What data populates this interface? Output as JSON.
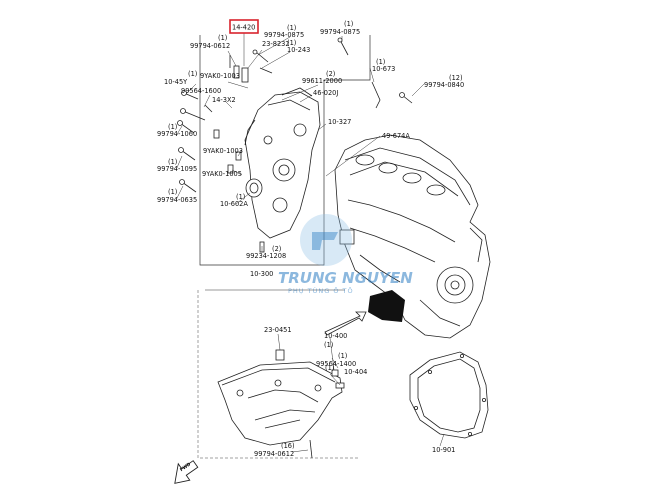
{
  "highlight_color": "#d9232d",
  "watermark": {
    "brand": "TRUNG NGUYEN",
    "tagline": "PHỤ TÙNG Ô TÔ"
  },
  "callouts": {
    "c14420": "14-420",
    "c99794_0612_top": "99794-0612",
    "c23_8232": "23-8232",
    "c99794_0875_a": "99794-0875",
    "c10_243": "10-243",
    "c99794_0875_b": "99794-0875",
    "c9yak0_1003_a": "9YAK0-1003",
    "c99611_2000": "99611-2000",
    "c10_45y": "10-45Y",
    "c99564_1600": "99564-1600",
    "c14_3x2": "14-3X2",
    "c46_020j": "46-020J",
    "c10_673": "10-673",
    "c99794_0840": "99794-0840",
    "c10_327": "10-327",
    "c99794_1060": "99794-1060",
    "c49_674a": "49-674A",
    "c9yak0_1003_b": "9YAK0-1003",
    "c9yak0_1005": "9YAK0-1005",
    "c99794_1095": "99794-1095",
    "c99794_0635": "99794-0635",
    "c10_602a": "10-602A",
    "c99234_1208": "99234-1208",
    "c10_300": "10-300",
    "c23_0451": "23-0451",
    "c10_400": "10-400",
    "c99564_1400": "99564-1400",
    "c10_404": "10-404",
    "c99794_0612_bottom": "99794-0612",
    "c10_901": "10-901"
  },
  "quantities": {
    "q_0875_a": "(1)",
    "q_10_243": "(1)",
    "q_0875_b": "(1)",
    "q_0612_top": "(1)",
    "q_99611": "(2)",
    "q_10_673": "(1)",
    "q_0840": "(12)",
    "q_10_45y": "(1)",
    "q_1060": "(1)",
    "q_1095": "(1)",
    "q_0635": "(1)",
    "q_10_602a": "(1)",
    "q_99234": "(2)",
    "q_10_400": "(1)",
    "q_99564_1400": "(1)",
    "q_10_404": "(1)",
    "q_0612_bottom": "(16)"
  },
  "arrows": {
    "front_label": "FWD"
  }
}
